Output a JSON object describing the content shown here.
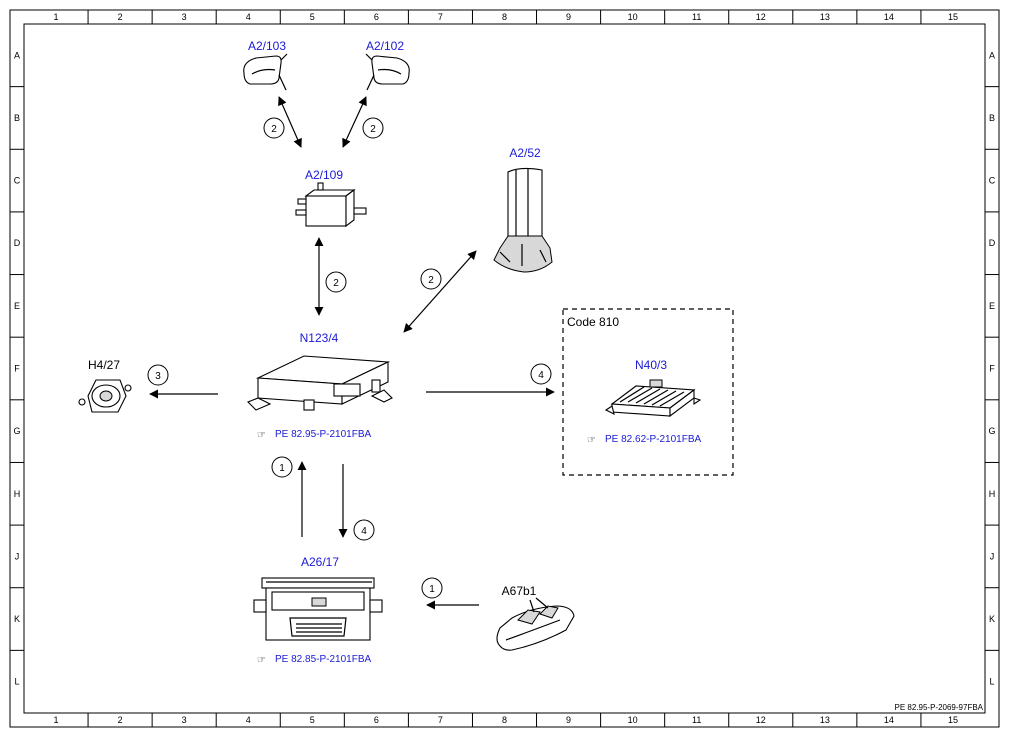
{
  "grid": {
    "columns": [
      "1",
      "2",
      "3",
      "4",
      "5",
      "6",
      "7",
      "8",
      "9",
      "10",
      "11",
      "12",
      "13",
      "14",
      "15"
    ],
    "rows": [
      "A",
      "B",
      "C",
      "D",
      "E",
      "F",
      "G",
      "H",
      "J",
      "K",
      "L"
    ]
  },
  "components": {
    "a2_103": "A2/103",
    "a2_102": "A2/102",
    "a2_109": "A2/109",
    "a2_52": "A2/52",
    "n123_4": "N123/4",
    "h4_27": "H4/27",
    "n40_3": "N40/3",
    "a26_17": "A26/17",
    "a67b1": "A67b1"
  },
  "code_box_label": "Code 810",
  "references": {
    "n123_4": "PE 82.95-P-2101FBA",
    "n40_3": "PE 82.62-P-2101FBA",
    "a26_17": "PE 82.85-P-2101FBA"
  },
  "connections": {
    "mirror_left": "2",
    "mirror_right": "2",
    "a2_109_link": "2",
    "a2_52_link": "2",
    "h4_27_link": "3",
    "n40_3_link": "4",
    "a26_17_up": "1",
    "a26_17_down": "4",
    "a67b1_link": "1"
  },
  "document_id": "PE 82.95-P-2069-97FBA",
  "colors": {
    "label_blue": "#1a1ad6",
    "line": "#000000"
  }
}
